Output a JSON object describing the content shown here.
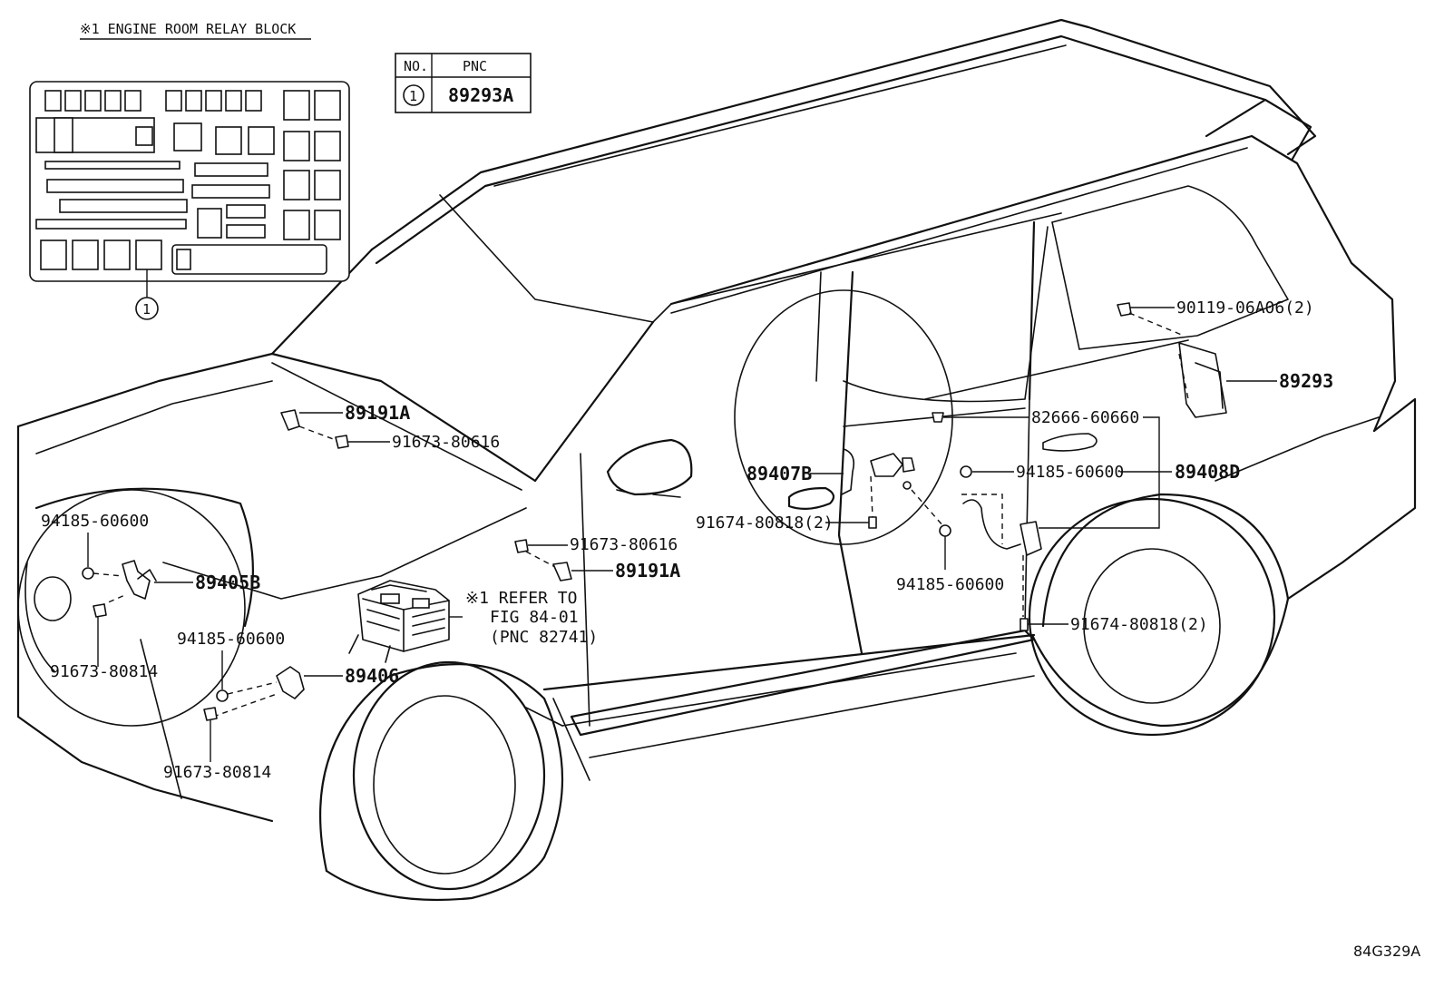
{
  "relay_block": {
    "title": "※1 ENGINE ROOM RELAY BLOCK",
    "callout": "1"
  },
  "pnc_table": {
    "header_no": "NO.",
    "header_pnc": "PNC",
    "row_no": "1",
    "row_pnc": "89293A"
  },
  "labels": {
    "p90119_06a06": "90119-06A06(2)",
    "p89293": "89293",
    "p82666_60660": "82666-60660",
    "p94185_60600_door": "94185-60600",
    "p89408d": "89408D",
    "p89191a_top": "89191A",
    "p91673_80616_top": "91673-80616",
    "p89407b": "89407B",
    "p91674_80818_mid": "91674-80818(2)",
    "p94185_60600_mid": "94185-60600",
    "p91674_80818_rear": "91674-80818(2)",
    "p91673_80616_mid": "91673-80616",
    "p89191a_mid": "89191A",
    "p94185_60600_left": "94185-60600",
    "p89405b": "89405B",
    "p91673_80814_left": "91673-80814",
    "p94185_60600_front": "94185-60600",
    "p89406": "89406",
    "p91673_80814_bottom": "91673-80814",
    "refer_line1": "※1 REFER TO",
    "refer_line2": "FIG 84-01",
    "refer_line3": "(PNC 82741)"
  },
  "drawing_code": "84G329A"
}
